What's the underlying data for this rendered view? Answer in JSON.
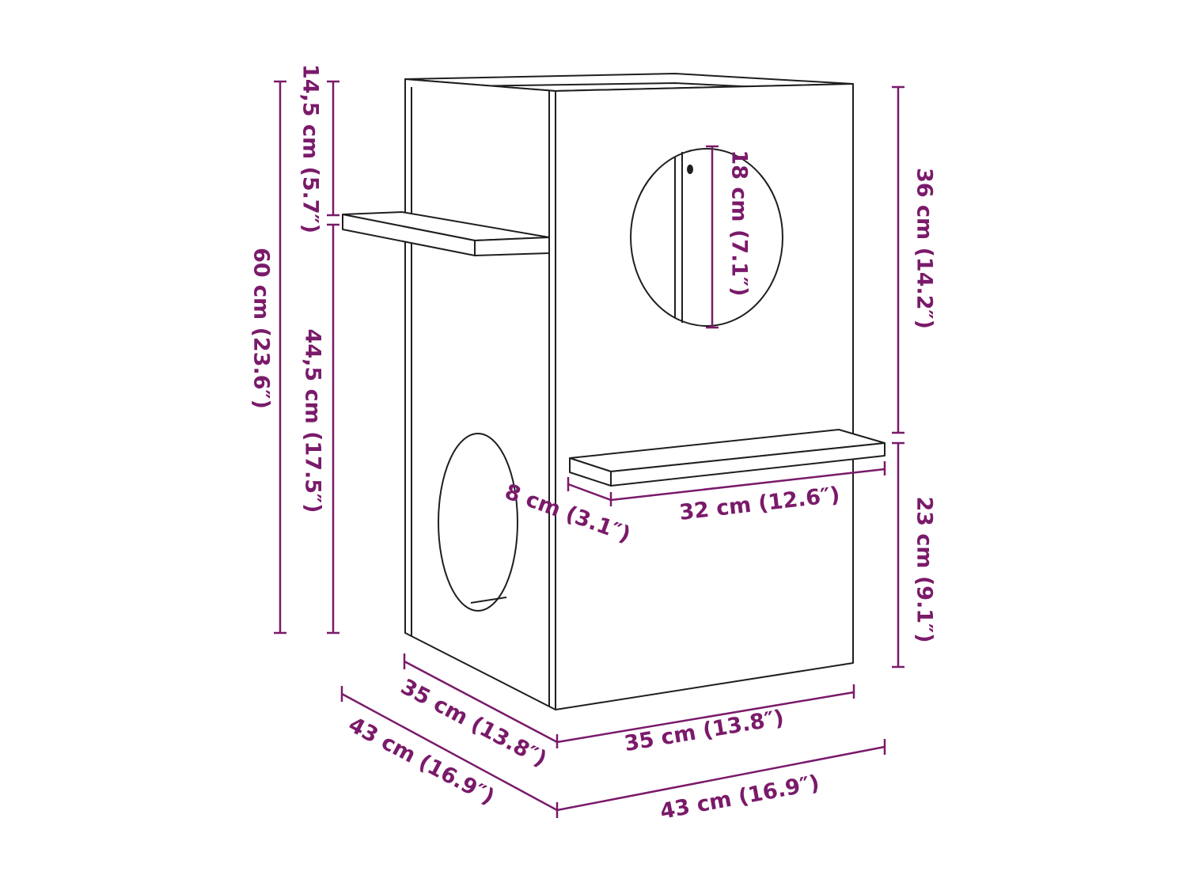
{
  "colors": {
    "dimension": "#7a1a6a",
    "outline": "#1f1f1f",
    "background": "#ffffff"
  },
  "dimensions": {
    "top_shelf_height": "14,5 cm (5.7″)",
    "total_height": "60 cm (23.6″)",
    "lower_height": "44,5 cm (17.5″)",
    "upper_front_height": "36 cm (14.2″)",
    "porthole_diameter": "18 cm (7.1″)",
    "lower_front_height": "23 cm (9.1″)",
    "shelf_length": "32 cm (12.6″)",
    "shelf_depth": "8 cm (3.1″)",
    "side_depth_inner": "35 cm (13.8″)",
    "front_width_inner": "35 cm (13.8″)",
    "side_depth_outer": "43 cm (16.9″)",
    "front_width_outer": "43 cm (16.9″)"
  }
}
